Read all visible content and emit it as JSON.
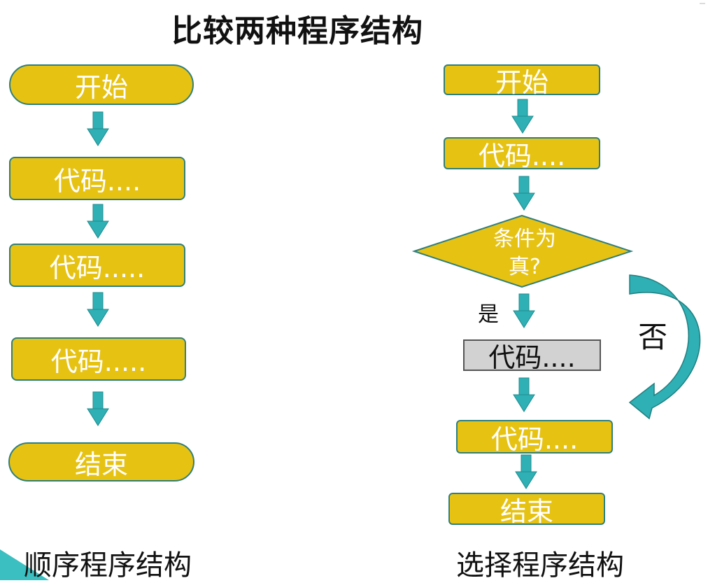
{
  "title": "比较两种程序结构",
  "sequential": {
    "nodes": [
      "开始",
      "代码....",
      "代码.....",
      "代码.....",
      "结束"
    ],
    "caption": "顺序程序结构"
  },
  "selection": {
    "nodes": [
      "开始",
      "代码...."
    ],
    "condition": "条件为真?",
    "yes_label": "是",
    "no_label": "否",
    "branch_node": "代码....",
    "after_nodes": [
      "代码....",
      "结束"
    ],
    "caption": "选择程序结构"
  },
  "colors": {
    "node_fill": "#e6c213",
    "node_border": "#2f7f7c",
    "arrow": "#2fb0b4",
    "branch_fill": "#d2d2d2",
    "curved_arrow": "#2a9d9e"
  }
}
